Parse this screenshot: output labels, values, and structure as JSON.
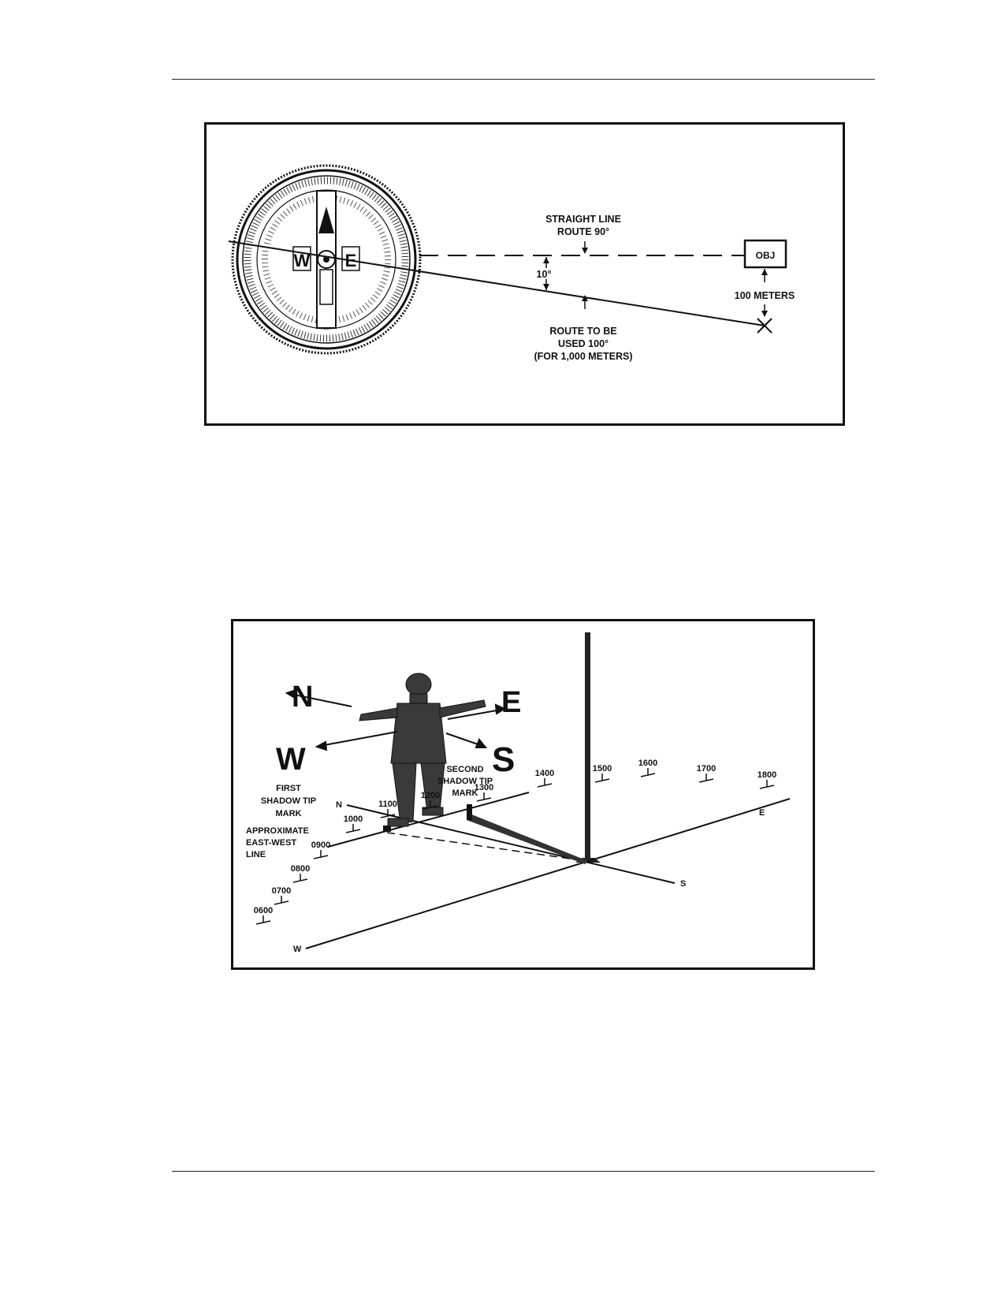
{
  "figure1": {
    "labels": {
      "straight_line": "STRAIGHT LINE",
      "route_90": "ROUTE 90°",
      "obj": "OBJ",
      "ten_deg": "10°",
      "hundred_m": "100 METERS",
      "route_tobe": "ROUTE TO BE",
      "used_100": "USED 100°",
      "for_1000": "(FOR 1,000 METERS)"
    },
    "compass_letters": {
      "west": "W",
      "east": "E"
    }
  },
  "figure2": {
    "directions": {
      "n": "N",
      "e": "E",
      "w": "W",
      "s": "S"
    },
    "labels": {
      "first1": "FIRST",
      "first2": "SHADOW  TIP",
      "first3": "MARK",
      "second1": "SECOND",
      "second2": "SHADOW  TIP",
      "second3": "MARK",
      "approx1": "APPROXIMATE",
      "approx2": "EAST-WEST",
      "approx3": "LINE",
      "axis_n": "N",
      "axis_e": "E",
      "axis_s": "S",
      "axis_w": "W"
    },
    "times": [
      "0600",
      "0700",
      "0800",
      "0900",
      "1000",
      "1100",
      "1200",
      "1300",
      "1400",
      "1500",
      "1600",
      "1700",
      "1800"
    ]
  }
}
